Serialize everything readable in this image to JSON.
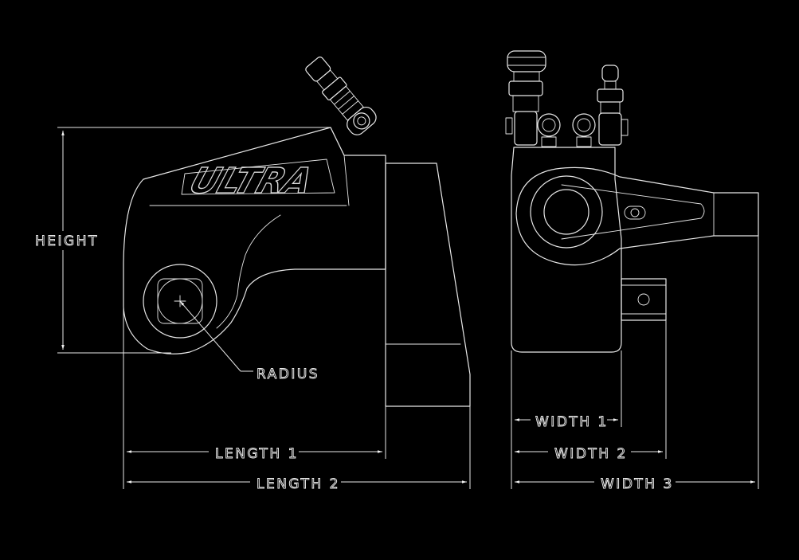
{
  "diagram": {
    "brand_logo": "ULTRA",
    "labels": {
      "height": "HEIGHT",
      "radius": "RADIUS",
      "length_1": "LENGTH 1",
      "length_2": "LENGTH 2",
      "width_1": "WIDTH 1",
      "width_2": "WIDTH 2",
      "width_3": "WIDTH 3"
    },
    "colors": {
      "background": "#000000",
      "linework": "#e8e8e8"
    }
  }
}
